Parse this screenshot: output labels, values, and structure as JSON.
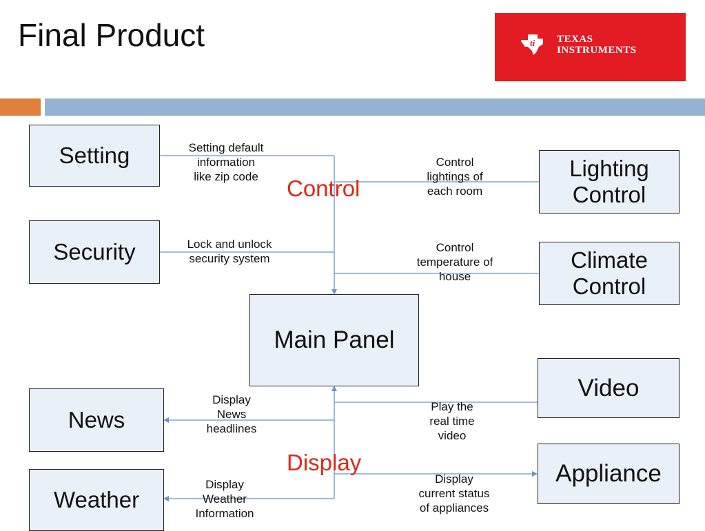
{
  "slide": {
    "title": "Final Product"
  },
  "logo": {
    "line1": "TEXAS",
    "line2": "INSTRUMENTS"
  },
  "colors": {
    "accent_orange": "#e0803c",
    "accent_blue": "#93b3d1",
    "brand_red": "#e31b23",
    "section_red": "#e3261b",
    "node_fill": "#eaf0f8",
    "connector": "#6c93c3"
  },
  "diagram": {
    "nodes": {
      "setting": "Setting",
      "security": "Security",
      "lighting": "Lighting\nControl",
      "climate": "Climate\nControl",
      "main_panel": "Main Panel",
      "news": "News",
      "weather": "Weather",
      "video": "Video",
      "appliance": "Appliance"
    },
    "sections": {
      "control": "Control",
      "display": "Display"
    },
    "edges": {
      "setting": "Setting default\ninformation\nlike zip code",
      "security": "Lock and unlock\nsecurity system",
      "lighting": "Control\nlightings of\neach room",
      "climate": "Control\ntemperature of\nhouse",
      "news": "Display\nNews\nheadlines",
      "weather": "Display\nWeather\nInformation",
      "video": "Play the\nreal time\nvideo",
      "appliance": "Display\ncurrent status\nof appliances"
    }
  }
}
